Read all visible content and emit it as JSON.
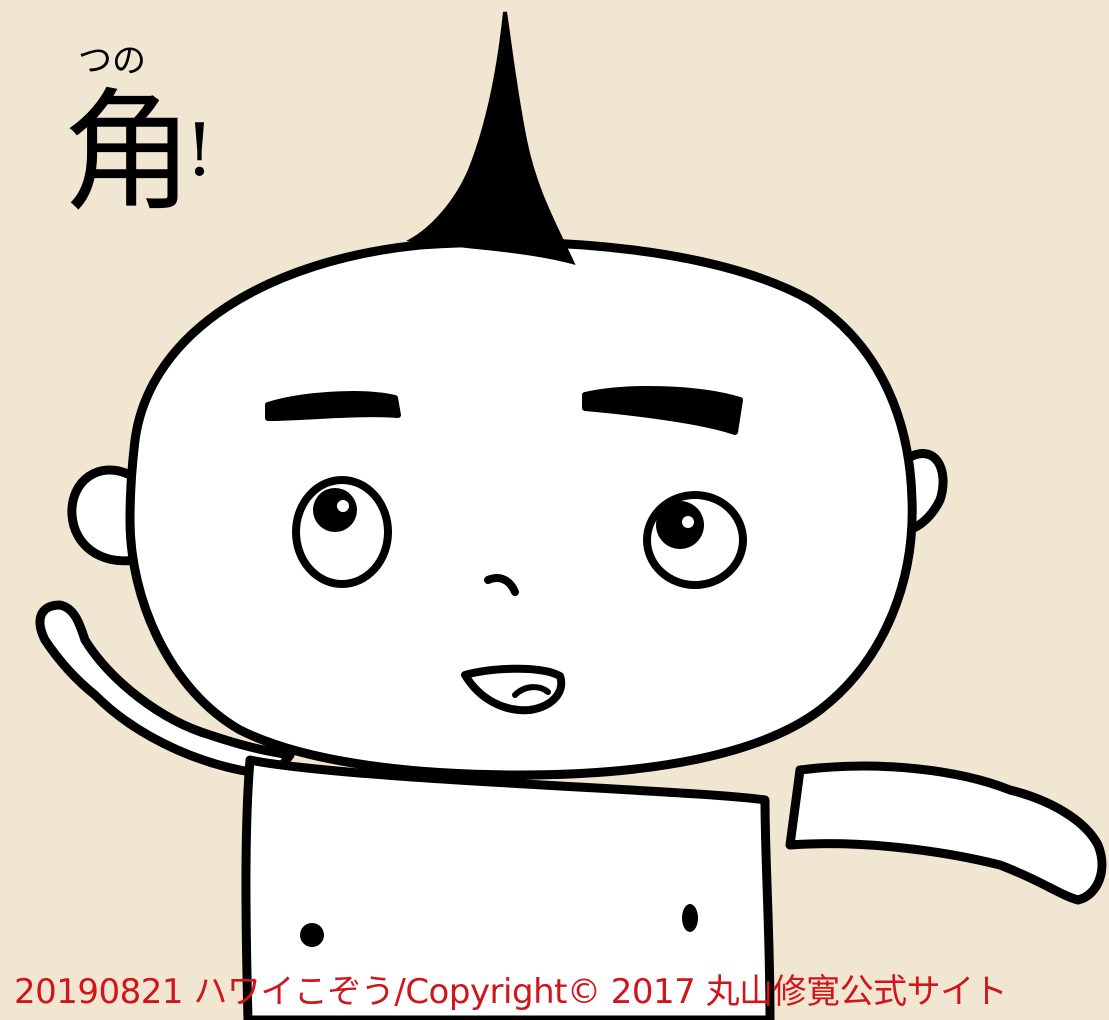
{
  "drawing": {
    "ruby": "つの",
    "main_char": "角",
    "exclaim": "!"
  },
  "caption": {
    "text": "20190821 ハワイこぞう/Copyright© 2017 丸山修寛公式サイト",
    "color": "#d0151b"
  },
  "colors": {
    "background": "#f0e6d2",
    "ink": "#000000",
    "skin": "#ffffff"
  },
  "icons": {
    "character": "kid-with-horn-illustration"
  }
}
